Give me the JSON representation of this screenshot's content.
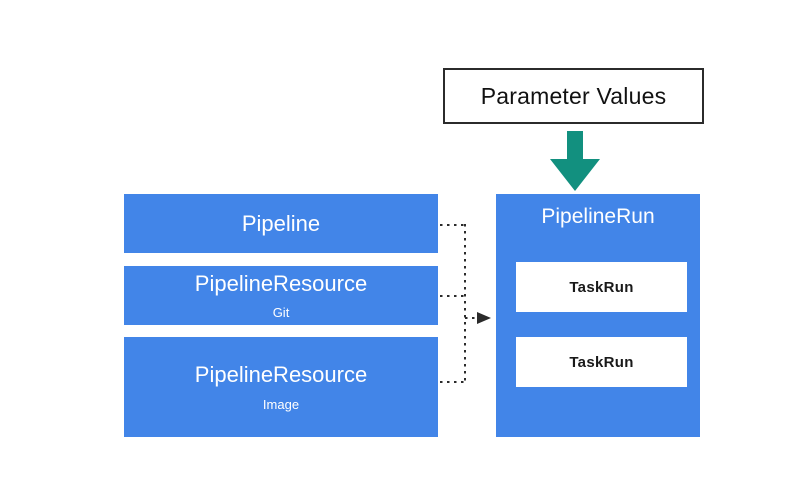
{
  "diagram": {
    "title": "Tekton Pipeline to PipelineRun relationship diagram",
    "background_color": "#ffffff",
    "colors": {
      "blue": "#4285e8",
      "green_arrow": "#12907f",
      "box_border": "#2b2b2b",
      "text_white": "#ffffff",
      "text_dark": "#1a1a1a",
      "connector": "#2b2b2b"
    }
  },
  "parameter_box": {
    "label": "Parameter Values"
  },
  "arrow": {
    "name": "down-arrow-icon",
    "direction": "down",
    "color": "#12907f"
  },
  "left_column": {
    "boxes": [
      {
        "title": "Pipeline",
        "subtitle": ""
      },
      {
        "title": "PipelineResource",
        "subtitle": "Git"
      },
      {
        "title": "PipelineResource",
        "subtitle": "Image"
      }
    ]
  },
  "pipelinerun": {
    "title": "PipelineRun",
    "taskruns": [
      {
        "label": "TaskRun"
      },
      {
        "label": "TaskRun"
      }
    ]
  },
  "connectors": {
    "style": "dotted",
    "count": 3,
    "arrowhead": "right"
  }
}
